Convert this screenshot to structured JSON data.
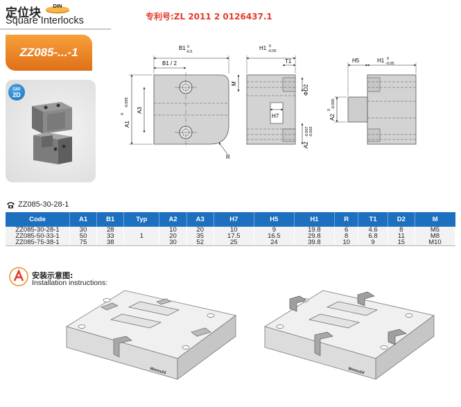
{
  "header": {
    "title_cn": "定位块",
    "din_label": "DIN",
    "title_en": "Square Interlocks",
    "patent": "专利号:ZL 2011 2 0126437.1",
    "model": "ZZ085-...-1",
    "badge_2d_top": "CAD",
    "badge_2d": "2D"
  },
  "drawing": {
    "b1": "B1",
    "b1_tol_top": "0",
    "b1_tol_bot": "-0.5",
    "b1_half": "B1 / 2",
    "a1": "A1",
    "a1_tol": "0\n-0.005",
    "a3": "A3",
    "r": "R",
    "h1": "H1",
    "h1_tol_top": "0",
    "h1_tol_bot": "-0.05",
    "t1": "T1",
    "m": "M",
    "d2": "ΦD2",
    "h7": "H7",
    "a2_side": "A2",
    "a2_side_tol": "-0.007\n-0.002",
    "h5": "H5",
    "a2_right": "A2",
    "a2_right_tol": "0\n-0.005"
  },
  "product_code": "ZZ085-30-28-1",
  "table": {
    "headers": [
      "Code",
      "A1",
      "B1",
      "Typ",
      "A2",
      "A3",
      "H7",
      "H5",
      "H1",
      "R",
      "T1",
      "D2",
      "M"
    ],
    "rows": [
      [
        "ZZ085-30-28-1",
        "30",
        "28",
        "",
        "10",
        "20",
        "10",
        "9",
        "19.8",
        "6",
        "4.6",
        "8",
        "M5"
      ],
      [
        "ZZ085-50-33-1",
        "50",
        "33",
        "1",
        "20",
        "35",
        "17.5",
        "16.5",
        "29.8",
        "8",
        "6.8",
        "11",
        "M8"
      ],
      [
        "ZZ085-75-38-1",
        "75",
        "38",
        "",
        "30",
        "52",
        "25",
        "24",
        "39.8",
        "10",
        "9",
        "15",
        "M10"
      ]
    ]
  },
  "install": {
    "title_cn": "安装示意图:",
    "title_en": "Installation instructions:",
    "brand_left": "Wmould",
    "brand_right": "Wmould"
  },
  "colors": {
    "table_header": "#1d6fbf",
    "accent_orange": "#f08a28",
    "patent_red": "#e43a2a"
  }
}
